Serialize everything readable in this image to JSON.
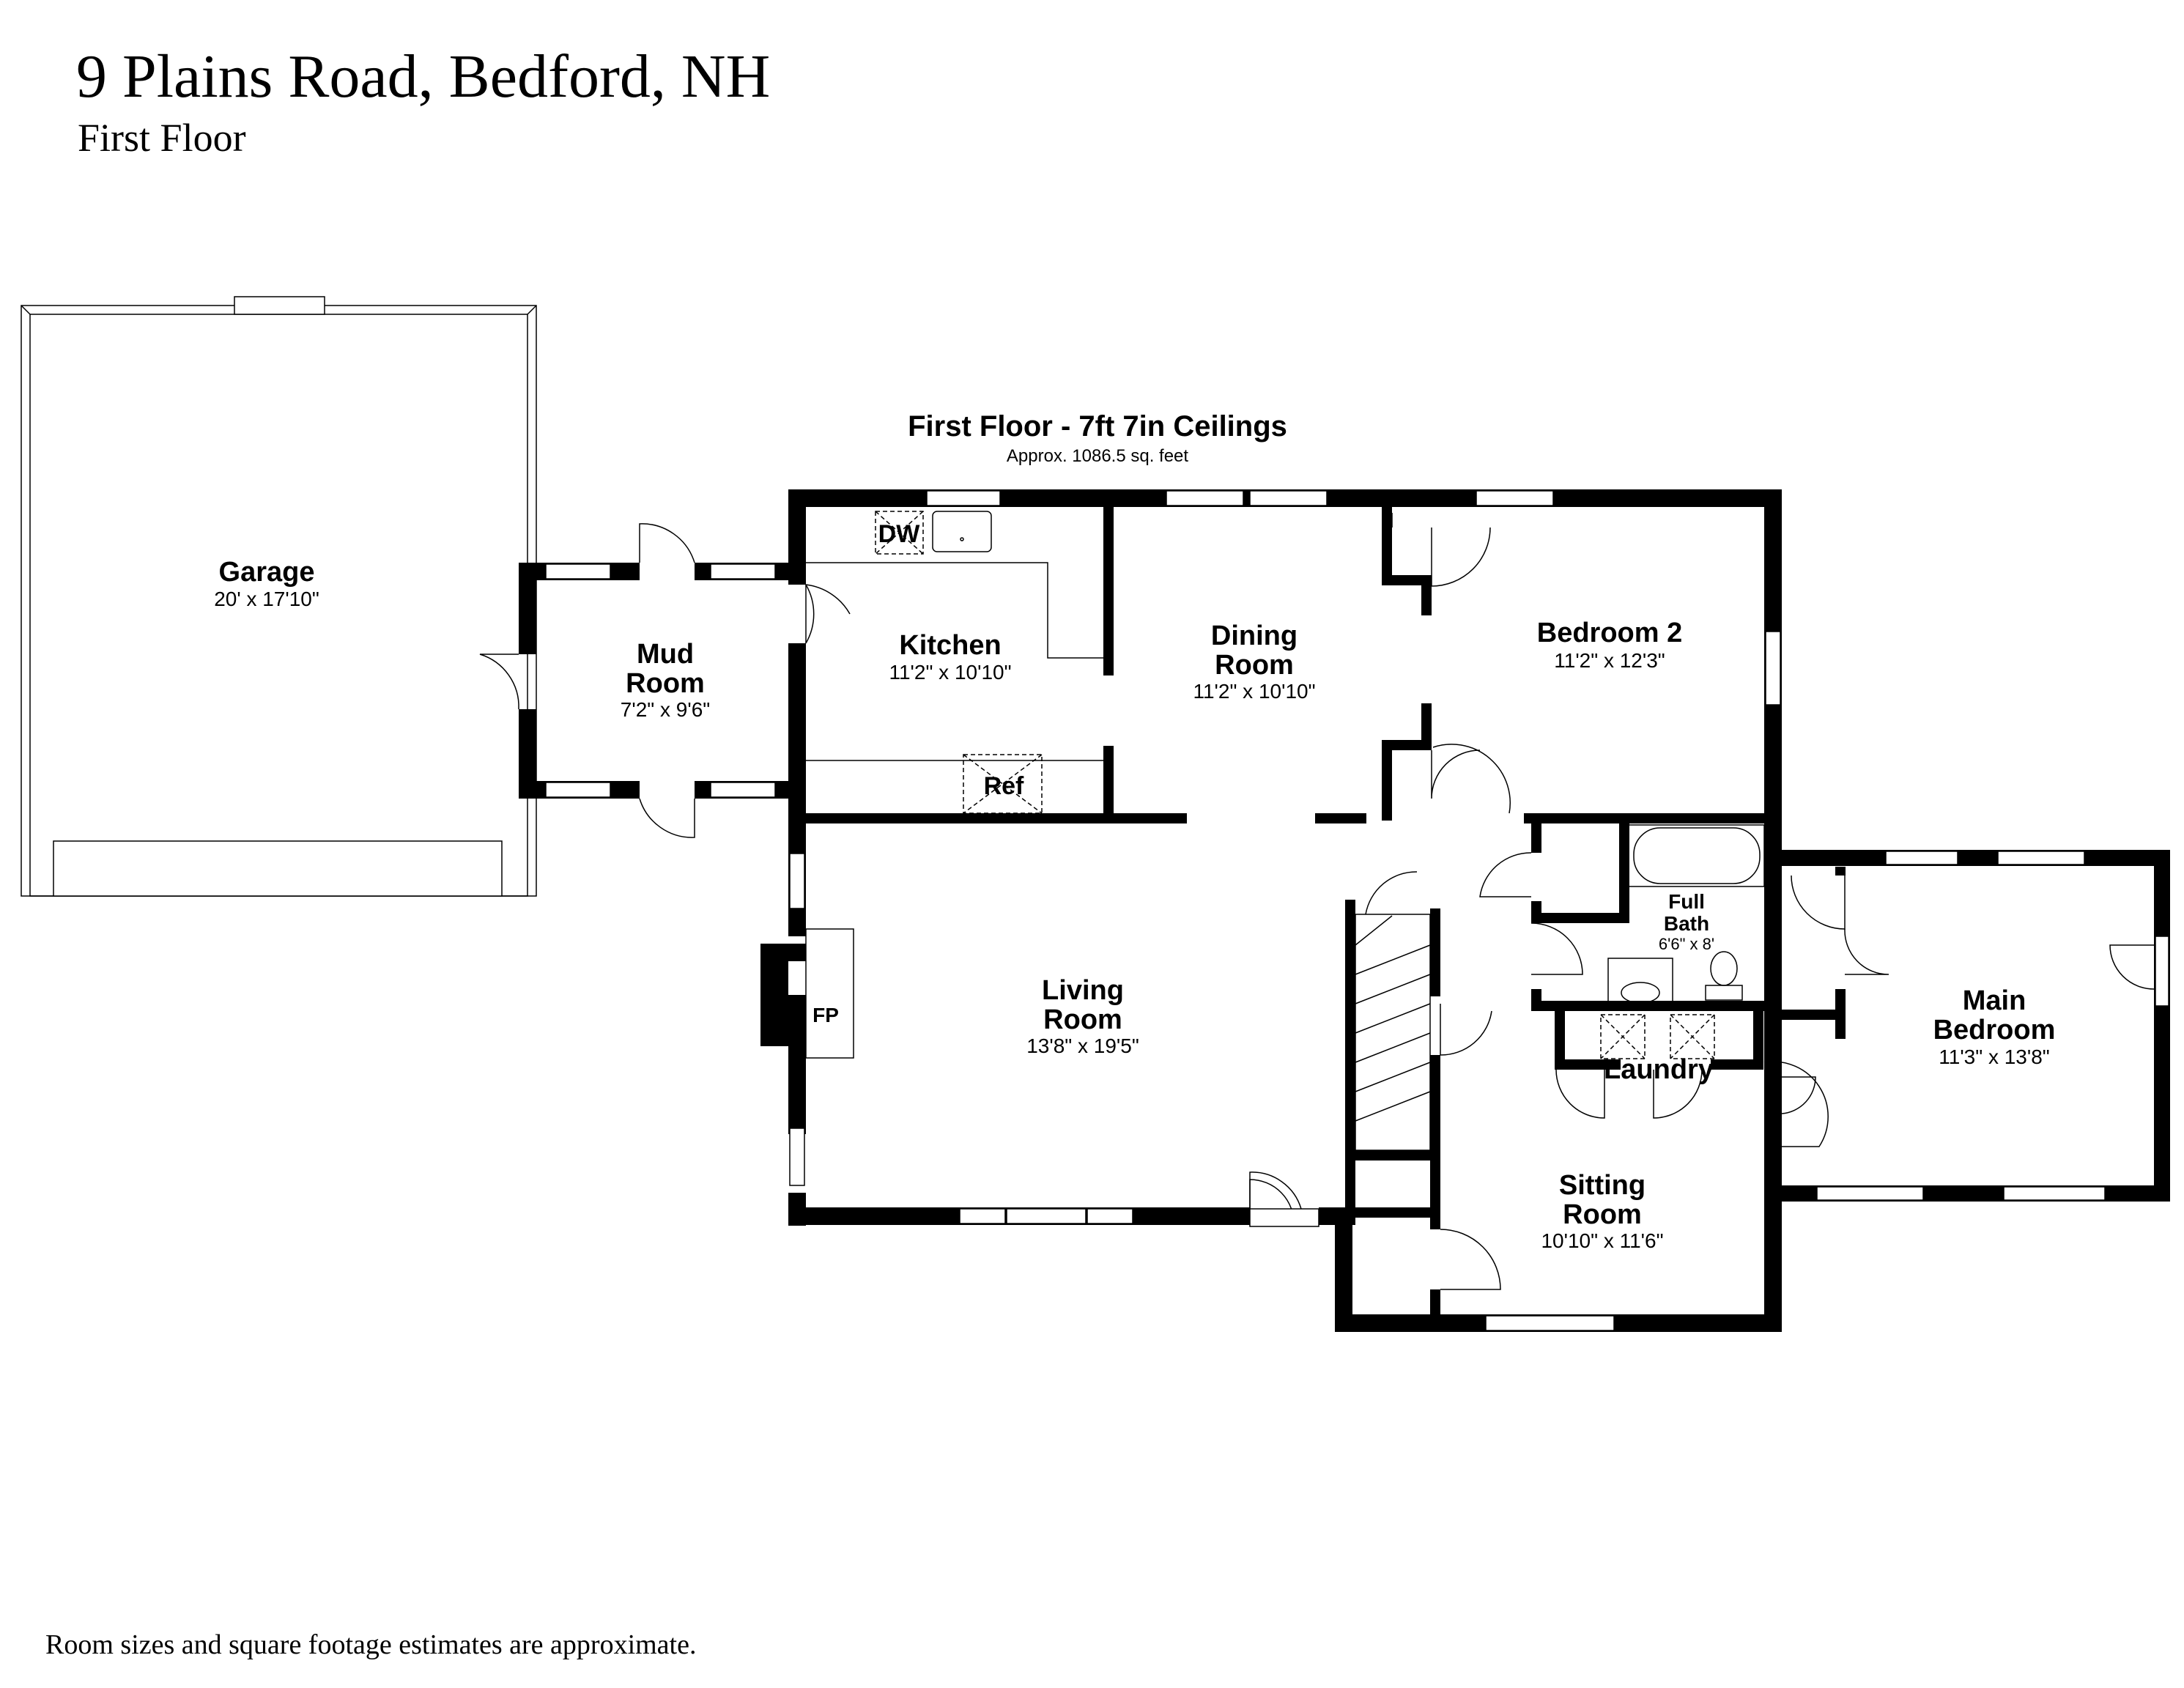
{
  "header": {
    "address": "9 Plains Road, Bedford, NH",
    "floor": "First Floor"
  },
  "plan": {
    "title": "First Floor - 7ft 7in Ceilings",
    "area": "Approx. 1086.5 sq. feet"
  },
  "rooms": {
    "garage": {
      "name": "Garage",
      "dims": "20' x 17'10\""
    },
    "mud_room": {
      "name1": "Mud",
      "name2": "Room",
      "dims": "7'2\" x 9'6\""
    },
    "kitchen": {
      "name": "Kitchen",
      "dims": "11'2\" x 10'10\""
    },
    "dining_room": {
      "name1": "Dining",
      "name2": "Room",
      "dims": "11'2\" x 10'10\""
    },
    "bedroom_2": {
      "name": "Bedroom 2",
      "dims": "11'2\" x 12'3\""
    },
    "living_room": {
      "name1": "Living",
      "name2": "Room",
      "dims": "13'8\" x 19'5\""
    },
    "full_bath": {
      "name1": "Full",
      "name2": "Bath",
      "dims": "6'6\" x 8'"
    },
    "laundry": {
      "name": "Laundry"
    },
    "main_bedroom": {
      "name1": "Main",
      "name2": "Bedroom",
      "dims": "11'3\" x 13'8\""
    },
    "sitting_room": {
      "name1": "Sitting",
      "name2": "Room",
      "dims": "10'10\" x 11'6\""
    }
  },
  "fixtures": {
    "dishwasher": "DW",
    "refrigerator": "Ref",
    "fireplace": "FP"
  },
  "footer": {
    "disclaimer": "Room sizes and square footage estimates are approximate."
  }
}
